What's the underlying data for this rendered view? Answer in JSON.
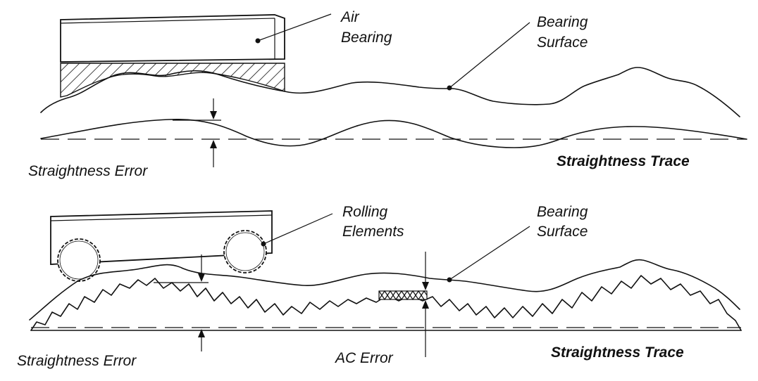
{
  "top_panel": {
    "air_bearing_line1": "Air",
    "air_bearing_line2": "Bearing",
    "bearing_surface_line1": "Bearing",
    "bearing_surface_line2": "Surface",
    "straightness_error": "Straightness Error",
    "straightness_trace": "Straightness Trace"
  },
  "bottom_panel": {
    "rolling_elements_line1": "Rolling",
    "rolling_elements_line2": "Elements",
    "bearing_surface_line1": "Bearing",
    "bearing_surface_line2": "Surface",
    "straightness_error": "Straightness Error",
    "ac_error": "AC Error",
    "straightness_trace": "Straightness Trace"
  }
}
